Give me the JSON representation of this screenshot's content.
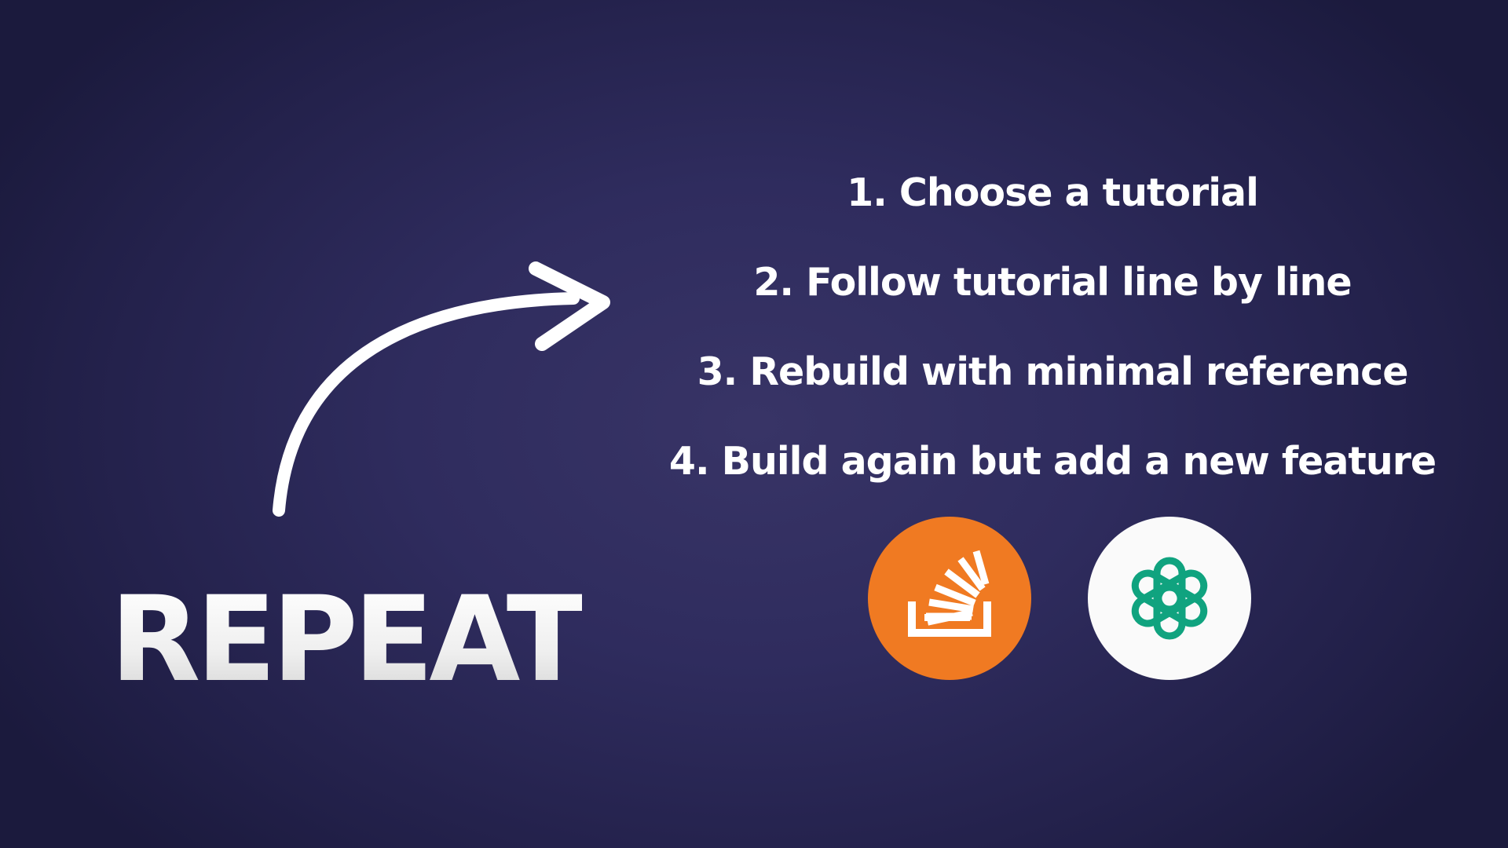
{
  "slide": {
    "heading": "REPEAT",
    "steps": [
      "1. Choose a tutorial",
      "2. Follow tutorial line by line",
      "3. Rebuild with minimal reference",
      "4. Build again but add a new feature"
    ],
    "logos": [
      {
        "icon": "stack-overflow-logo",
        "color": "#f07a22"
      },
      {
        "icon": "openai-logo",
        "color": "#10a37f"
      }
    ],
    "decoration": {
      "icon": "curved-arrow-icon",
      "color": "#ffffff"
    },
    "colors": {
      "background": "#2f2c5e",
      "text": "#ffffff"
    }
  }
}
